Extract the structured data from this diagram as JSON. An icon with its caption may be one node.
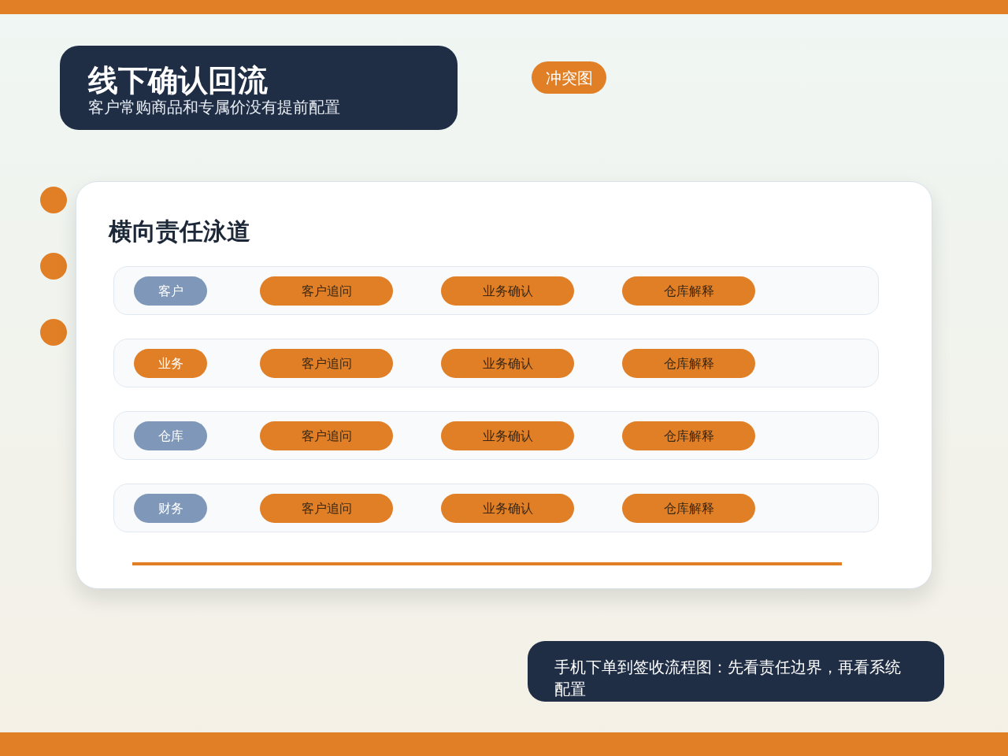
{
  "diagram": {
    "nodes": [
      {
        "text": [],
        "shape": "bar"
      },
      {
        "text": [
          "线下确认回流",
          "客户常购商品和专属价没有提前配置"
        ]
      },
      {
        "text": [
          "冲突图"
        ]
      },
      {
        "text": [
          "横向责任泳道"
        ]
      },
      {
        "text": [],
        "shape": "band",
        "in": 3
      },
      {
        "text": [
          "客户"
        ],
        "in": 4
      },
      {
        "text": [
          "客户追问"
        ],
        "in": 4
      },
      {
        "text": [
          "业务确认"
        ],
        "in": 4
      },
      {
        "text": [
          "仓库解释"
        ],
        "in": 4
      },
      {
        "text": [],
        "shape": "band",
        "in": 3
      },
      {
        "text": [
          "业务"
        ],
        "in": 9
      },
      {
        "text": [
          "客户追问"
        ],
        "in": 9
      },
      {
        "text": [
          "业务确认"
        ],
        "in": 9
      },
      {
        "text": [
          "仓库解释"
        ],
        "in": 9
      },
      {
        "text": [],
        "shape": "band",
        "in": 3
      },
      {
        "text": [
          "仓库"
        ],
        "in": 14
      },
      {
        "text": [
          "客户追问"
        ],
        "in": 14
      },
      {
        "text": [
          "业务确认"
        ],
        "in": 14
      },
      {
        "text": [
          "仓库解释"
        ],
        "in": 14
      },
      {
        "text": [],
        "shape": "band",
        "in": 3
      },
      {
        "text": [
          "财务"
        ],
        "in": 19
      },
      {
        "text": [
          "客户追问"
        ],
        "in": 19
      },
      {
        "text": [
          "业务确认"
        ],
        "in": 19
      },
      {
        "text": [
          "仓库解释"
        ],
        "in": 19
      },
      {
        "text": [
          "手机下单到签收流程图：先看责任边界，再看系统配置"
        ]
      },
      {
        "text": [],
        "shape": "bar"
      }
    ],
    "edges": []
  }
}
